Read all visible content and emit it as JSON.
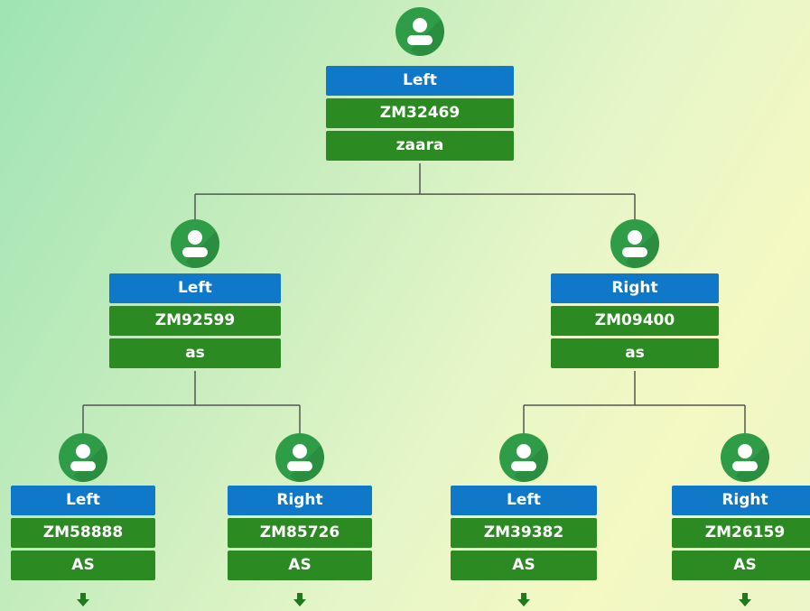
{
  "tree": {
    "nodes": [
      {
        "key": "root",
        "side": "Left",
        "id": "ZM32469",
        "name": "zaara",
        "parent": null
      },
      {
        "key": "l",
        "side": "Left",
        "id": "ZM92599",
        "name": "as",
        "parent": "root"
      },
      {
        "key": "r",
        "side": "Right",
        "id": "ZM09400",
        "name": "as",
        "parent": "root"
      },
      {
        "key": "ll",
        "side": "Left",
        "id": "ZM58888",
        "name": "AS",
        "parent": "l",
        "has_more": true
      },
      {
        "key": "lr",
        "side": "Right",
        "id": "ZM85726",
        "name": "AS",
        "parent": "l",
        "has_more": true
      },
      {
        "key": "rl",
        "side": "Left",
        "id": "ZM39382",
        "name": "AS",
        "parent": "r",
        "has_more": true
      },
      {
        "key": "rr",
        "side": "Right",
        "id": "ZM26159",
        "name": "AS",
        "parent": "r",
        "has_more": true
      }
    ]
  },
  "icons": {
    "avatar": "user-avatar-icon",
    "expand": "arrow-down-icon"
  },
  "colors": {
    "side_label_bg": "#0f78c8",
    "info_bg": "#2c8a22",
    "avatar_bg": "#2f9d48",
    "connector": "#555555"
  }
}
